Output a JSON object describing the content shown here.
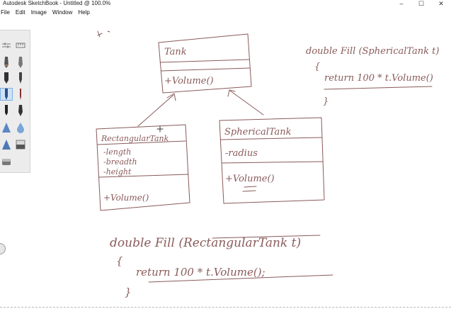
{
  "window": {
    "title": "Autodesk SketchBook - Untitled @ 100.0%",
    "controls": [
      "–",
      "☐",
      "✕"
    ]
  },
  "menu": [
    "File",
    "Edit",
    "Image",
    "Window",
    "Help"
  ],
  "toolbox": {
    "selected_tool": "pen",
    "tools": [
      "transform-tool",
      "ruler-tool",
      "pencil-tool",
      "marker-tool",
      "pencil-tool",
      "pen-tool",
      "pen-tool",
      "brush-tool",
      "ink-pen-tool",
      "fine-brush-tool",
      "airbrush-tool",
      "blur-drop-tool",
      "smudge-tool",
      "fill-tool",
      "eraser-tool"
    ]
  },
  "sketch": {
    "base_class": {
      "name": "Tank",
      "method": "+Volume()"
    },
    "rect_class": {
      "name": "RectangularTank",
      "attributes": [
        "-length",
        "-breadth",
        "-height"
      ],
      "method": "+Volume()"
    },
    "sphere_class": {
      "name": "SphericalTank",
      "attributes": [
        "-radius"
      ],
      "method": "+Volume()"
    },
    "fill_rect": {
      "line1": "double Fill (RectangularTank t)",
      "line2": "{",
      "line3": "return 100 * t.Volume();",
      "line4": "}"
    },
    "fill_sphere": {
      "line1": "double Fill (SphericalTank t)",
      "line2": "{",
      "line3": "return 100 * t.Volume()",
      "line4": "}"
    }
  },
  "colors": {
    "ink": "#8a5a5a",
    "selected_tool": "#cfe2f5"
  }
}
